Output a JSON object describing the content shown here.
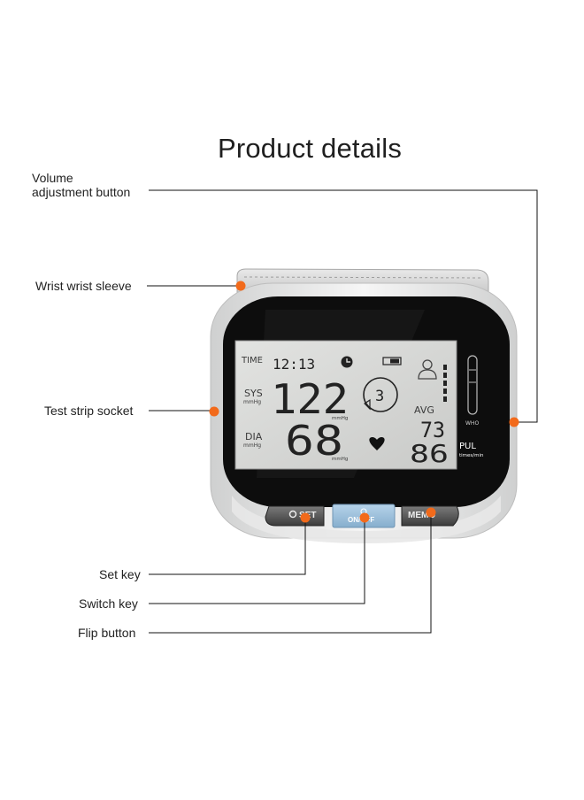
{
  "title": "Product details",
  "callouts": {
    "volume_line1": "Volume",
    "volume_line2": "adjustment button",
    "sleeve": "Wrist wrist sleeve",
    "strip": "Test strip socket",
    "set": "Set key",
    "switch": "Switch key",
    "flip": "Flip button"
  },
  "display": {
    "time_label": "TIME",
    "time_value": "12:13",
    "sys_label": "SYS",
    "sys_unit": "mmHg",
    "sys_value": "122",
    "dia_label": "DIA",
    "dia_unit": "mmHg",
    "dia_value": "68",
    "small_unit": "mmHg",
    "memory_number": "3",
    "avg_label": "AVG",
    "avg_value": "73",
    "pulse_value": "86",
    "pul_label": "PUL",
    "pul_unit": "times/min",
    "who_label": "WHO"
  },
  "buttons": {
    "set": "SET",
    "onoff": "ON/OFF",
    "memo": "MEMO"
  },
  "colors": {
    "marker": "#f26a1b",
    "device_body": "#0d0d0d",
    "lcd": "#d7d8d6",
    "onoff_button": "#9fc1dd"
  }
}
